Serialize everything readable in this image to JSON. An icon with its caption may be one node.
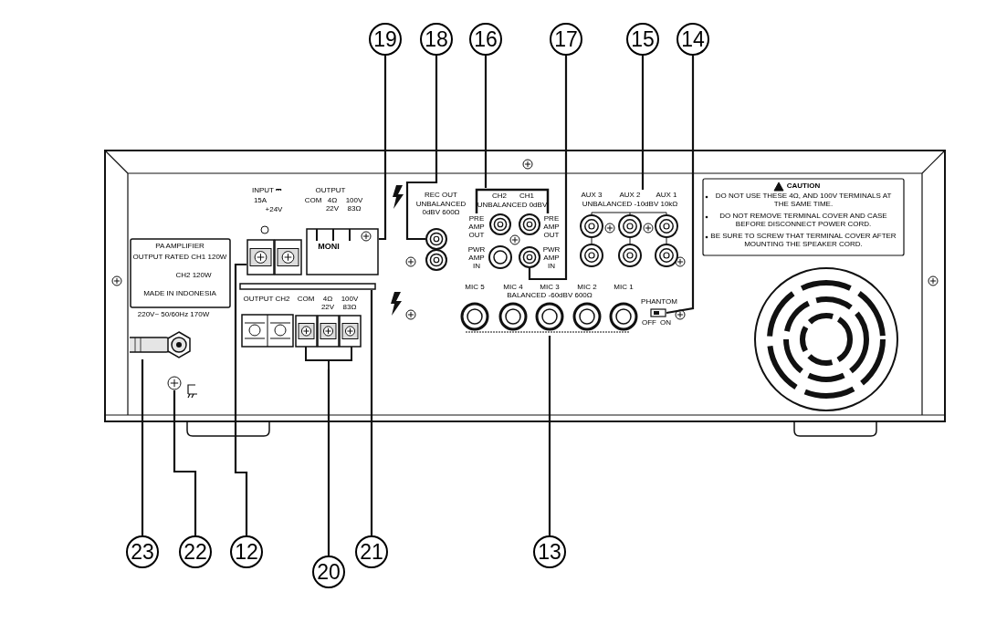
{
  "diagram": {
    "nodes": [
      {
        "text": [
          "19"
        ]
      },
      {
        "text": [
          "18"
        ]
      },
      {
        "text": [
          "16"
        ]
      },
      {
        "text": [
          "17"
        ]
      },
      {
        "text": [
          "15"
        ]
      },
      {
        "text": [
          "14"
        ]
      },
      {
        "text": [
          "23"
        ]
      },
      {
        "text": [
          "22"
        ]
      },
      {
        "text": [
          "12"
        ]
      },
      {
        "text": [
          "20"
        ]
      },
      {
        "text": [
          "21"
        ]
      },
      {
        "text": [
          "13"
        ]
      },
      {
        "text": [],
        "shape": "picture"
      },
      {
        "text": [],
        "shape": "picture"
      },
      {
        "text": [],
        "shape": "picture"
      },
      {
        "text": [],
        "shape": "picture"
      },
      {
        "text": [],
        "shape": "picture"
      },
      {
        "text": [],
        "shape": "picture"
      },
      {
        "text": [],
        "shape": "picture"
      },
      {
        "text": [],
        "shape": "picture"
      },
      {
        "text": [],
        "shape": "picture"
      },
      {
        "text": [],
        "shape": "picture"
      },
      {
        "text": [],
        "shape": "bar"
      },
      {
        "text": [],
        "shape": "picture"
      }
    ],
    "edges": [
      {
        "from": 0,
        "to": 12,
        "arrow": "none"
      },
      {
        "from": 1,
        "to": 13,
        "arrow": "none"
      },
      {
        "from": 2,
        "to": 14,
        "arrow": "none"
      },
      {
        "from": 3,
        "to": 15,
        "arrow": "none"
      },
      {
        "from": 4,
        "to": 16,
        "arrow": "none"
      },
      {
        "from": 5,
        "to": 17,
        "arrow": "none"
      },
      {
        "from": 6,
        "to": 18,
        "arrow": "none"
      },
      {
        "from": 7,
        "to": 19,
        "arrow": "none"
      },
      {
        "from": 8,
        "to": 20,
        "arrow": "none"
      },
      {
        "from": 9,
        "to": 21,
        "arrow": "none"
      },
      {
        "from": 10,
        "to": 22,
        "arrow": "none"
      },
      {
        "from": 11,
        "to": 23,
        "arrow": "none"
      }
    ],
    "labels": [
      "INPUT ⎓",
      "OUTPUT",
      "REC OUT",
      "CH2",
      "CH1",
      "AUX 3",
      "AUX 2",
      "AUX 1",
      "CAUTION",
      "15A",
      "COM",
      "4Ω",
      "100V",
      "UNBALANCED 0dBV 600Ω",
      "UNBALANCED 0dBV",
      "UNBALANCED -10dBV 10kΩ",
      "DO NOT USE THESE 4Ω, AND 100V TERMINALS AT THE SAME TIME.",
      "+24V",
      "22V",
      "83Ω",
      "PRE AMP OUT",
      "PRE AMP OUT",
      "DO NOT REMOVE TERMINAL COVER AND CASE BEFORE DISCONNECT POWER CORD.",
      "BE SURE TO SCREW THAT TERMINAL COVER AFTER MOUNTING THE SPEAKER CORD.",
      "PA AMPLIFIER",
      "MONI",
      "PWR AMP IN",
      "PWR AMP IN",
      "OUTPUT RATED CH1 120W",
      "CH2 120W",
      "MADE IN INDONESIA",
      "OUTPUT CH2",
      "COM",
      "4Ω",
      "100V",
      "MIC 5",
      "MIC 4",
      "MIC 3",
      "MIC 2",
      "MIC 1",
      "BALANCED -60dBV 600Ω",
      "PHANTOM",
      "22V",
      "83Ω",
      "220V~ 50/60Hz 170W",
      "OFF",
      "ON"
    ]
  }
}
